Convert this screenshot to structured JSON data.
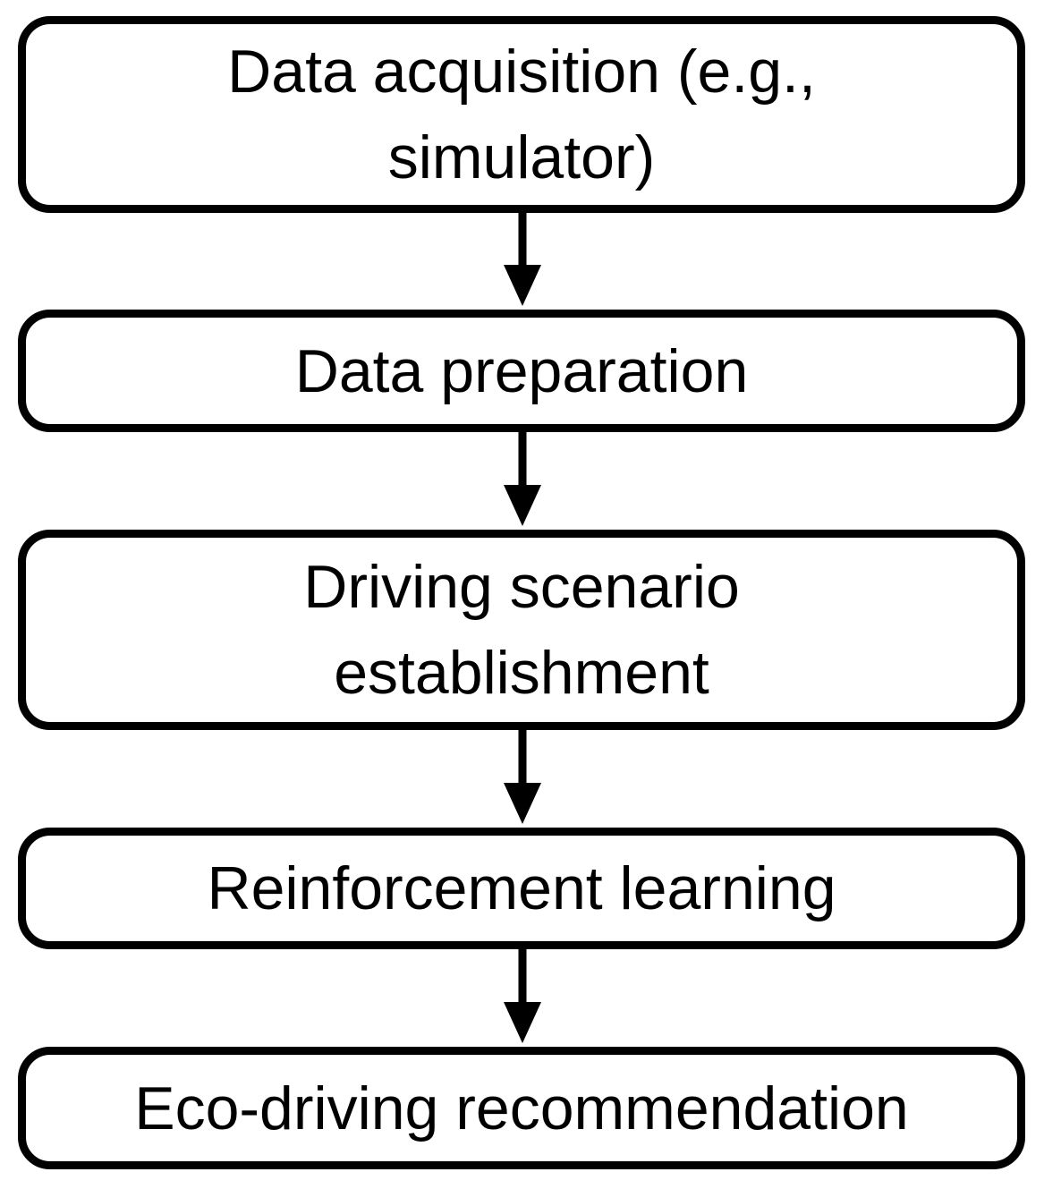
{
  "diagram": {
    "steps": [
      {
        "label": "Data acquisition (e.g.,\nsimulator)"
      },
      {
        "label": "Data preparation"
      },
      {
        "label": "Driving scenario\nestablishment"
      },
      {
        "label": "Reinforcement learning"
      },
      {
        "label": "Eco-driving recommendation"
      }
    ],
    "colors": {
      "stroke": "#000000",
      "fill": "#ffffff",
      "text": "#000000"
    }
  }
}
